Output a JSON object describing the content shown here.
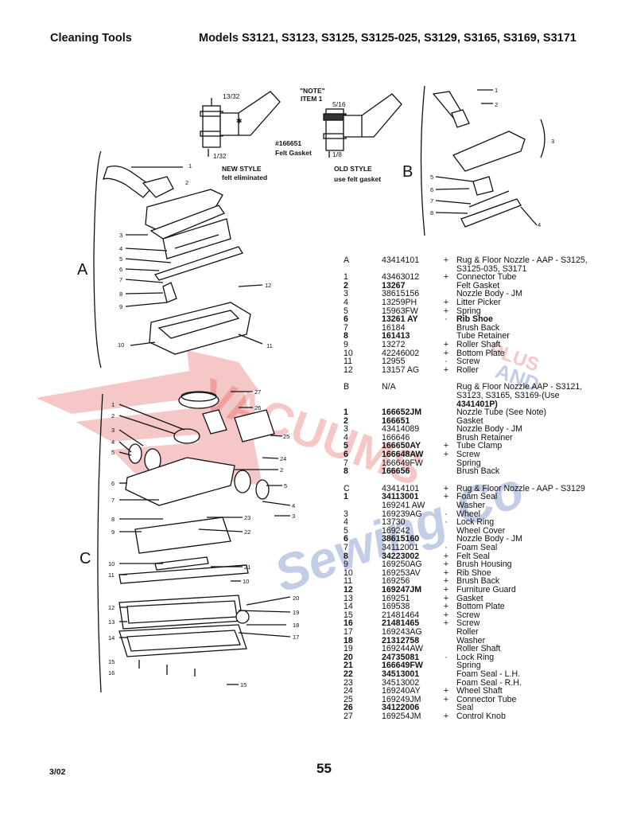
{
  "header": {
    "left": "Cleaning Tools",
    "right": "Models S3121, S3123, S3125, S3125-025, S3129, S3165, S3169, S3171"
  },
  "footer": {
    "date": "3/02",
    "page": "55"
  },
  "diagram_labels": {
    "section_a": "A",
    "section_b": "B",
    "section_c": "C",
    "note": "\"NOTE\"",
    "note_item": "ITEM 1",
    "dim_13_32": "13/32",
    "dim_1_32": "1/32",
    "dim_5_16": "5/16",
    "dim_1_8": "1/8",
    "part_166651": "#166651",
    "felt_gasket": "Felt Gasket",
    "new_style": "NEW STYLE",
    "new_style_sub": "felt eliminated",
    "old_style": "OLD STYLE",
    "old_style_sub": "use felt gasket"
  },
  "parts": {
    "sections": [
      {
        "rows": [
          {
            "item": "A",
            "num": "43414101",
            "mark": "+",
            "desc": [
              "Rug & Floor Nozzle - AAP - S3125,",
              "S3125-035, S3171"
            ]
          },
          {
            "item": "1",
            "num": "43463012",
            "mark": "+",
            "desc": [
              "Connector Tube"
            ]
          },
          {
            "item": "2",
            "num": "13267",
            "mark": "",
            "desc": [
              "Felt Gasket"
            ],
            "bold": true
          },
          {
            "item": "3",
            "num": "38615156",
            "mark": "",
            "desc": [
              "Nozzle Body - JM"
            ]
          },
          {
            "item": "4",
            "num": "13259PH",
            "mark": "+",
            "desc": [
              "Litter Picker"
            ]
          },
          {
            "item": "5",
            "num": "15963FW",
            "mark": "+",
            "desc": [
              "Spring"
            ]
          },
          {
            "item": "6",
            "num": "13261 AY",
            "mark": "·",
            "desc": [
              "Rib Shoe"
            ],
            "bold": true,
            "desc_bold": true
          },
          {
            "item": "7",
            "num": "16184",
            "mark": "",
            "desc": [
              "Brush Back"
            ]
          },
          {
            "item": "8",
            "num": "161413",
            "mark": "",
            "desc": [
              "Tube Retainer"
            ],
            "bold": true
          },
          {
            "item": "9",
            "num": "13272",
            "mark": "+",
            "desc": [
              "Roller Shaft"
            ]
          },
          {
            "item": "10",
            "num": "42246002",
            "mark": "+",
            "desc": [
              "Bottom Plate"
            ]
          },
          {
            "item": "11",
            "num": "12955",
            "mark": "·",
            "desc": [
              "Screw"
            ]
          },
          {
            "item": "12",
            "num": "13157 AG",
            "mark": "+",
            "desc": [
              "Roller"
            ]
          }
        ]
      },
      {
        "rows": [
          {
            "item": "B",
            "num": "N/A",
            "mark": "",
            "desc": [
              "Rug & Floor Nozzle AAP - S3121,",
              "S3123, S3165, S3169-(Use"
            ],
            "desc_tail_bold": "4341401P)"
          },
          {
            "item": "1",
            "num": "166652JM",
            "mark": "",
            "desc": [
              "Nozzle Tube (See Note)"
            ],
            "bold": true
          },
          {
            "item": "2",
            "num": "166651",
            "mark": "",
            "desc": [
              "Gasket"
            ],
            "bold": true
          },
          {
            "item": "3",
            "num": "43414089",
            "mark": "",
            "desc": [
              "Nozzle Body - JM"
            ]
          },
          {
            "item": "4",
            "num": "166646",
            "mark": "",
            "desc": [
              "Brush Retainer"
            ]
          },
          {
            "item": "5",
            "num": "166650AY",
            "mark": "+",
            "desc": [
              "Tube Clamp"
            ],
            "bold": true
          },
          {
            "item": "6",
            "num": "166648AW",
            "mark": "+",
            "desc": [
              "Screw"
            ],
            "bold": true
          },
          {
            "item": "7",
            "num": "166649FW",
            "mark": "",
            "desc": [
              "Spring"
            ]
          },
          {
            "item": "8",
            "num": "166656",
            "mark": "",
            "desc": [
              "Brush Back"
            ],
            "bold": true
          }
        ]
      },
      {
        "rows": [
          {
            "item": "C",
            "num": "43414101",
            "mark": "+",
            "desc": [
              "Rug & Floor Nozzle - AAP - S3129"
            ]
          },
          {
            "item": "1",
            "num": "34113001",
            "mark": "+",
            "desc": [
              "Foam Seal"
            ],
            "bold": true
          },
          {
            "item": "",
            "num": "169241 AW",
            "mark": "",
            "desc": [
              "Washer"
            ]
          },
          {
            "item": "3",
            "num": "169239AG",
            "mark": "·",
            "desc": [
              "Wheel"
            ]
          },
          {
            "item": "4",
            "num": "13730",
            "mark": "·",
            "desc": [
              "Lock Ring"
            ]
          },
          {
            "item": "5",
            "num": "169242",
            "mark": "",
            "desc": [
              "Wheel Cover"
            ]
          },
          {
            "item": "6",
            "num": "38615160",
            "mark": "",
            "desc": [
              "Nozzle Body - JM"
            ],
            "bold": true
          },
          {
            "item": "7",
            "num": "34112001",
            "mark": "·",
            "desc": [
              "Foam Seal"
            ]
          },
          {
            "item": "8",
            "num": "34223002",
            "mark": "+",
            "desc": [
              "Felt Seal"
            ],
            "bold": true
          },
          {
            "item": "9",
            "num": "169250AG",
            "mark": "+",
            "desc": [
              "Brush Housing"
            ]
          },
          {
            "item": "10",
            "num": "169253AV",
            "mark": "+",
            "desc": [
              "Rib Shoe"
            ]
          },
          {
            "item": "11",
            "num": "169256",
            "mark": "+",
            "desc": [
              "Brush Back"
            ]
          },
          {
            "item": "12",
            "num": "169247JM",
            "mark": "+",
            "desc": [
              "Furniture Guard"
            ],
            "bold": true
          },
          {
            "item": "13",
            "num": "169251",
            "mark": "+",
            "desc": [
              "Gasket"
            ]
          },
          {
            "item": "14",
            "num": "169538",
            "mark": "+",
            "desc": [
              "Bottom Plate"
            ]
          },
          {
            "item": "15",
            "num": "21481464",
            "mark": "+",
            "desc": [
              "Screw"
            ]
          },
          {
            "item": "16",
            "num": "21481465",
            "mark": "+",
            "desc": [
              "Screw"
            ],
            "bold": true
          },
          {
            "item": "17",
            "num": "169243AG",
            "mark": "",
            "desc": [
              "Roller"
            ]
          },
          {
            "item": "18",
            "num": "21312758",
            "mark": "",
            "desc": [
              "Washer"
            ],
            "bold": true
          },
          {
            "item": "19",
            "num": "169244AW",
            "mark": "",
            "desc": [
              "Roller Shaft"
            ]
          },
          {
            "item": "20",
            "num": "24735081",
            "mark": "·",
            "desc": [
              "Lock Ring"
            ],
            "bold": true
          },
          {
            "item": "21",
            "num": "166649FW",
            "mark": "",
            "desc": [
              "Spring"
            ],
            "bold": true
          },
          {
            "item": "22",
            "num": "34513001",
            "mark": "",
            "desc": [
              "Foam Seal - L.H."
            ],
            "bold": true
          },
          {
            "item": "23",
            "num": "34513002",
            "mark": "",
            "desc": [
              "Foam Seal - R.H."
            ]
          },
          {
            "item": "24",
            "num": "169240AY",
            "mark": "+",
            "desc": [
              "Wheel Shaft"
            ]
          },
          {
            "item": "25",
            "num": "169249JM",
            "mark": "+",
            "desc": [
              "Connector Tube"
            ]
          },
          {
            "item": "26",
            "num": "34122006",
            "mark": "",
            "desc": [
              "Seal"
            ],
            "bold": true
          },
          {
            "item": "27",
            "num": "169254JM",
            "mark": "+",
            "desc": [
              "Control Knob"
            ]
          }
        ]
      }
    ]
  },
  "watermark": {
    "text_1": "VACUUMS",
    "text_2": "PLUS",
    "text_3": "AND",
    "text_4": "Sewing Co",
    "color_red": "#e23b3b",
    "color_blue": "#2b4fa8"
  }
}
